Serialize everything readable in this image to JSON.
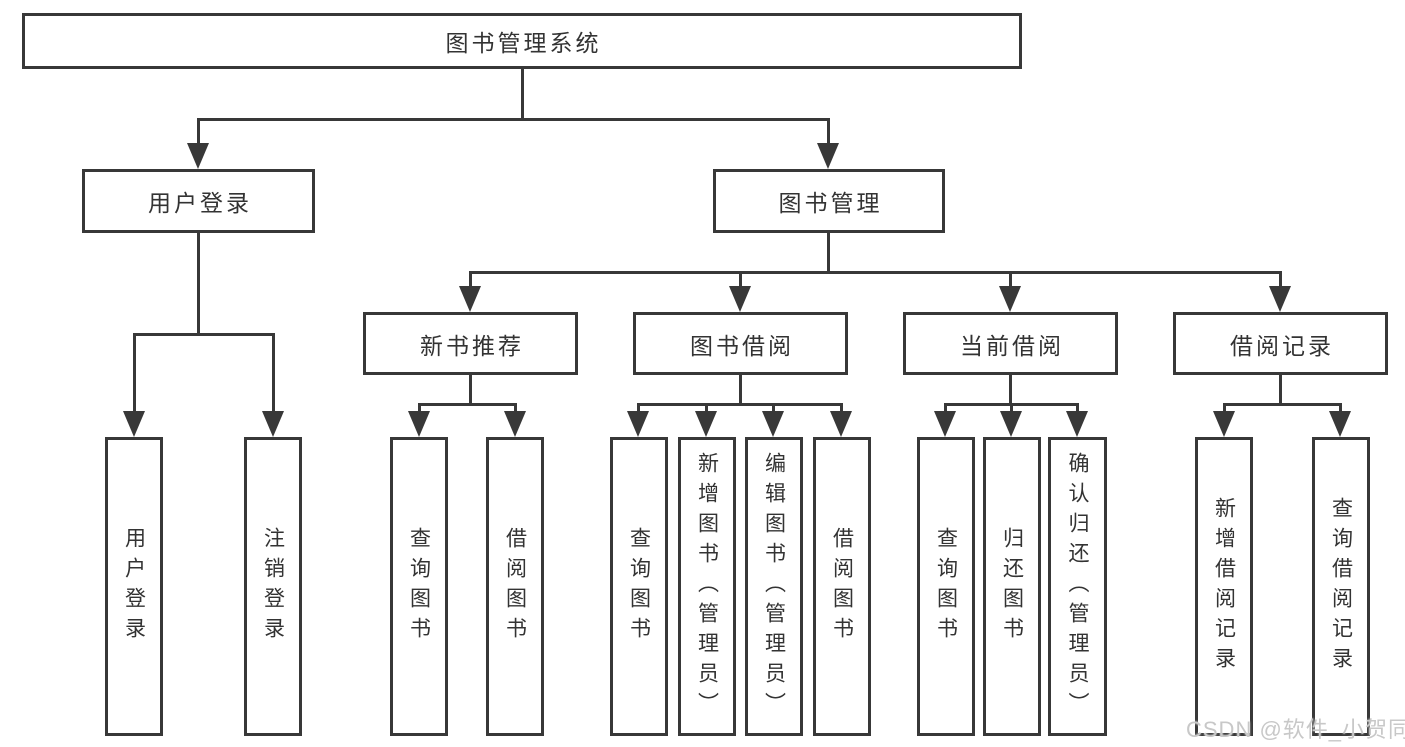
{
  "colors": {
    "line": "#383838",
    "text": "#333333",
    "background": "#ffffff",
    "watermark": "#c8c8c8"
  },
  "watermark": "CSDN @软件_小贺同学",
  "tree": {
    "root": "图书管理系统",
    "branches": {
      "login": {
        "label": "用户登录",
        "children": {
          "user_login": "用户登录",
          "logout": "注销登录"
        }
      },
      "mgmt": {
        "label": "图书管理",
        "children": {
          "newbooks": {
            "label": "新书推荐",
            "children": {
              "query": "查询图书",
              "borrow": "借阅图书"
            }
          },
          "borrow": {
            "label": "图书借阅",
            "children": {
              "query": "查询图书",
              "add": "新增图书（管理员）",
              "edit": "编辑图书（管理员）",
              "borrow": "借阅图书"
            }
          },
          "current": {
            "label": "当前借阅",
            "children": {
              "query": "查询图书",
              "return": "归还图书",
              "confirm": "确认归还（管理员）"
            }
          },
          "records": {
            "label": "借阅记录",
            "children": {
              "add": "新增借阅记录",
              "query": "查询借阅记录"
            }
          }
        }
      }
    }
  }
}
